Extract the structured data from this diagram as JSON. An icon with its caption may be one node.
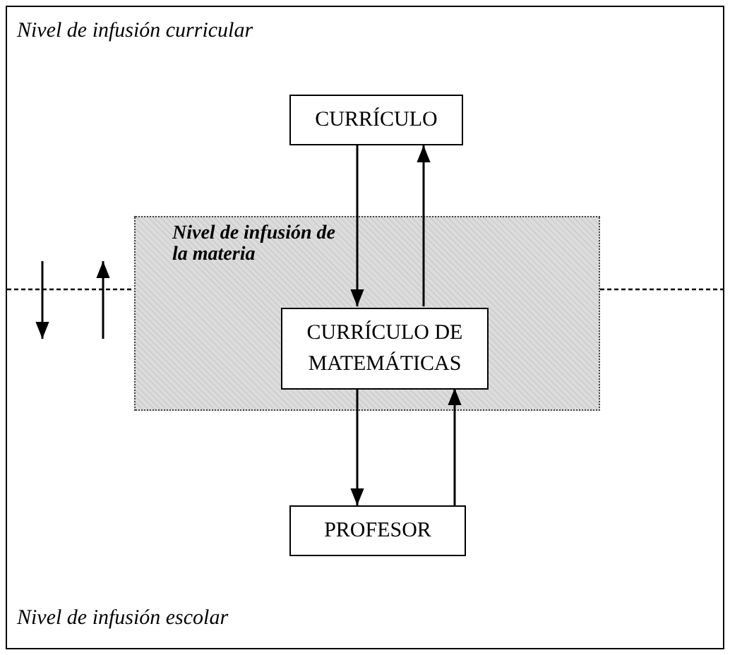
{
  "diagram": {
    "nodes": [
      {
        "text": [
          "CURRÍCULO"
        ]
      },
      {
        "text": [
          "Nivel de infusión de la materia"
        ]
      },
      {
        "text": [
          "CURRÍCULO DE MATEMÁTICAS"
        ],
        "in": 1
      },
      {
        "text": [
          "PROFESOR"
        ]
      }
    ],
    "edges": [
      {
        "from": 0,
        "to": 2,
        "arrow": "to"
      },
      {
        "from": 2,
        "to": 0,
        "arrow": "to"
      },
      {
        "from": 2,
        "to": 3,
        "arrow": "to"
      },
      {
        "from": 3,
        "to": 2,
        "arrow": "to"
      }
    ],
    "labels": [
      "Nivel de infusión curricular",
      "Nivel de infusión escolar"
    ]
  }
}
